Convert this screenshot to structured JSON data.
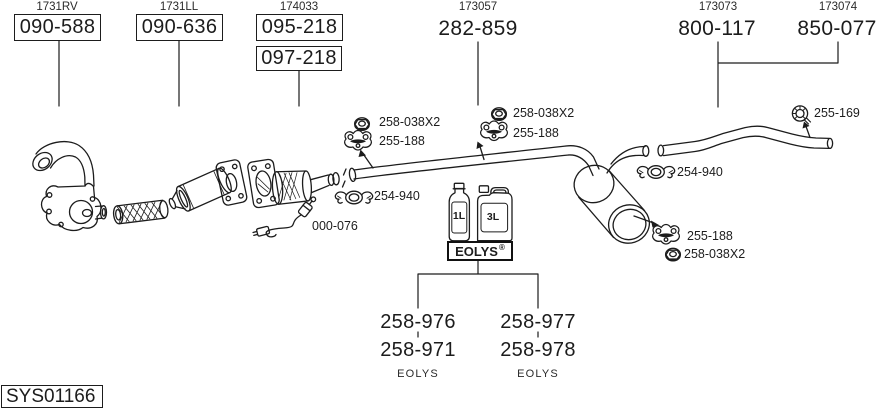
{
  "page": {
    "background": "#ffffff",
    "line_color": "#1c1c1c"
  },
  "header": {
    "groups": [
      {
        "ref": "1731RV",
        "parts": [
          "090-588"
        ]
      },
      {
        "ref": "1731LL",
        "parts": [
          "090-636"
        ]
      },
      {
        "ref": "174033",
        "parts": [
          "095-218",
          "097-218"
        ]
      },
      {
        "ref": "173057",
        "parts": [
          "282-859"
        ]
      },
      {
        "ref": "173073",
        "parts": [
          "800-117"
        ]
      },
      {
        "ref": "173074",
        "parts": [
          "850-077"
        ]
      }
    ]
  },
  "callouts": [
    {
      "icon": "nut-icon",
      "label": "258-038X2"
    },
    {
      "icon": "rubber-hanger-icon",
      "label": "255-188"
    },
    {
      "icon": "nut-icon",
      "label": "258-038X2"
    },
    {
      "icon": "rubber-hanger-icon",
      "label": "255-188"
    },
    {
      "icon": "pipe-clamp-icon",
      "label": "254-940"
    },
    {
      "icon": "oxygen-sensor-drawing",
      "label": "000-076"
    },
    {
      "icon": "pipe-clamp-icon",
      "label": "254-940"
    },
    {
      "icon": "ring-clamp-icon",
      "label": "255-169"
    },
    {
      "icon": "rubber-hanger-icon",
      "label": "255-188"
    },
    {
      "icon": "nut-icon",
      "label": "258-038X2"
    }
  ],
  "additive": {
    "brand": "EOLYS",
    "reg_mark": "®",
    "bottles": [
      {
        "label": "1L"
      },
      {
        "label": "3L"
      }
    ],
    "options": [
      {
        "part_top": "258-976",
        "part_bottom": "258-971",
        "caption": "EOLYS"
      },
      {
        "part_top": "258-977",
        "part_bottom": "258-978",
        "caption": "EOLYS"
      }
    ]
  },
  "footer": {
    "system_code": "SYS01166"
  }
}
